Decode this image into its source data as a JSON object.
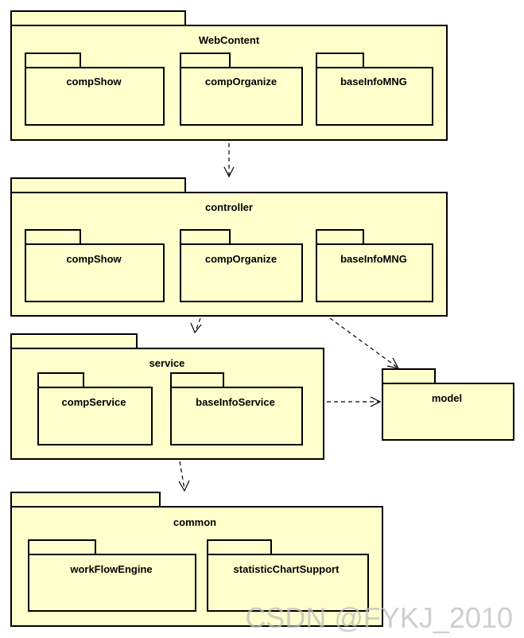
{
  "packages": {
    "webcontent": {
      "name": "WebContent",
      "children": [
        "compShow",
        "compOrganize",
        "baseInfoMNG"
      ]
    },
    "controller": {
      "name": "controller",
      "children": [
        "compShow",
        "compOrganize",
        "baseInfoMNG"
      ]
    },
    "service": {
      "name": "service",
      "children": [
        "compService",
        "baseInfoService"
      ]
    },
    "model": {
      "name": "model"
    },
    "common": {
      "name": "common",
      "children": [
        "workFlowEngine",
        "statisticChartSupport"
      ]
    }
  },
  "dependencies": [
    {
      "from": "WebContent",
      "to": "controller"
    },
    {
      "from": "controller",
      "to": "service"
    },
    {
      "from": "controller",
      "to": "model"
    },
    {
      "from": "service",
      "to": "model"
    },
    {
      "from": "service",
      "to": "common"
    }
  ],
  "colors": {
    "package_fill": "#ffffcc",
    "stroke": "#000000"
  },
  "watermark": "CSDN @FYKJ_2010"
}
